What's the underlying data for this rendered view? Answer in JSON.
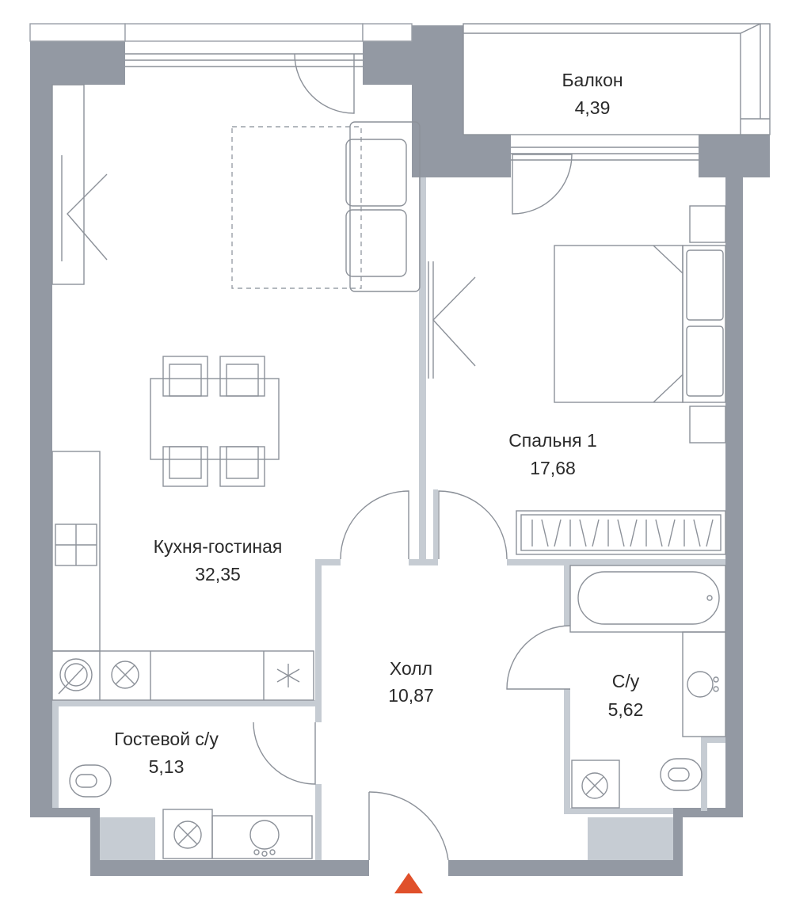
{
  "rooms": {
    "balcony": {
      "name": "Балкон",
      "area": "4,39"
    },
    "bedroom": {
      "name": "Спальня 1",
      "area": "17,68"
    },
    "kitchen_living": {
      "name": "Кухня-гостиная",
      "area": "32,35"
    },
    "hall": {
      "name": "Холл",
      "area": "10,87"
    },
    "bathroom": {
      "name": "С/у",
      "area": "5,62"
    },
    "guest_wc": {
      "name": "Гостевой с/у",
      "area": "5,13"
    }
  },
  "colors": {
    "wall": "#9399a3",
    "partition": "#c6ccd3",
    "furniture_line": "#8c9199",
    "entrance_marker": "#e0502a"
  },
  "icons": [
    "entrance-arrow-icon",
    "sink-icon",
    "stove-icon",
    "fridge-icon",
    "toilet-icon",
    "bathtub-icon",
    "washing-machine-icon"
  ]
}
